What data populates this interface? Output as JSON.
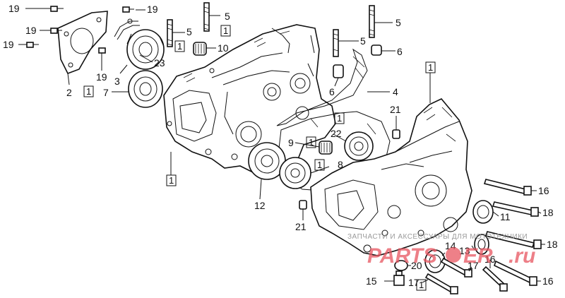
{
  "callouts": {
    "c1": "19",
    "c2": "19",
    "c3": "19",
    "c4": "19",
    "c5": "19",
    "c6": "2",
    "c7": "3",
    "c8": "7",
    "c9": "5",
    "c10": "5",
    "c11": "5",
    "c12": "5",
    "c13": "10",
    "c14": "23",
    "c15": "6",
    "c16": "6",
    "c17": "4",
    "c18": "21",
    "c19": "22",
    "c20": "9",
    "c21": "8",
    "c22": "12",
    "c23": "21",
    "c24": "16",
    "c25": "11",
    "c26": "18",
    "c27": "18",
    "c28": "14",
    "c29": "13",
    "c30": "20",
    "c31": "17",
    "c32": "16",
    "c33": "16",
    "c34": "15",
    "c35": "17"
  },
  "boxed": {
    "b1": "1",
    "b2": "1",
    "b3": "1",
    "b4": "1",
    "b5": "1",
    "b6": "1",
    "b7": "1",
    "b8": "1",
    "b9": "1"
  },
  "watermark": {
    "subtitle": "ЗАПЧАСТИ И АКСЕССУАРЫ ДЛЯ МОТОТЕХНИКИ",
    "brand_left": "PARTS",
    "brand_right": "ER",
    "tld": ".ru"
  }
}
